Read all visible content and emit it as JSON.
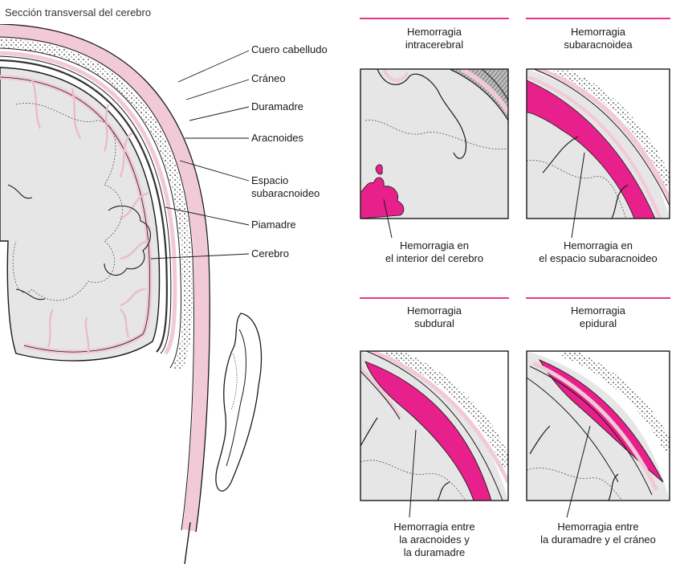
{
  "title": "Sección transversal del cerebro",
  "colors": {
    "hemorrhage": "#e8208c",
    "accent_rule": "#e8368a",
    "membrane_pink": "#f2c9d6",
    "dark": "#1a1a1a",
    "fill_grey": "#e6e6e6"
  },
  "layers": [
    {
      "id": "scalp",
      "label": "Cuero cabelludo"
    },
    {
      "id": "skull",
      "label": "Cráneo"
    },
    {
      "id": "dura",
      "label": "Duramadre"
    },
    {
      "id": "arachnoid",
      "label": "Aracnoides"
    },
    {
      "id": "subarachnoid",
      "label_line1": "Espacio",
      "label_line2": "subaracnoideo"
    },
    {
      "id": "pia",
      "label": "Piamadre"
    },
    {
      "id": "brain",
      "label": "Cerebro"
    }
  ],
  "panels": [
    {
      "id": "intracerebral",
      "title_line1": "Hemorragia",
      "title_line2": "intracerebral",
      "caption_line1": "Hemorragia en",
      "caption_line2": "el interior del cerebro",
      "caption_line3": ""
    },
    {
      "id": "subarachnoid",
      "title_line1": "Hemorragia",
      "title_line2": "subaracnoidea",
      "caption_line1": "Hemorragia en",
      "caption_line2": "el espacio subaracnoideo",
      "caption_line3": ""
    },
    {
      "id": "subdural",
      "title_line1": "Hemorragia",
      "title_line2": "subdural",
      "caption_line1": "Hemorragia entre",
      "caption_line2": "la aracnoides y",
      "caption_line3": "la duramadre"
    },
    {
      "id": "epidural",
      "title_line1": "Hemorragia",
      "title_line2": "epidural",
      "caption_line1": "Hemorragia entre",
      "caption_line2": "la duramadre y el cráneo",
      "caption_line3": ""
    }
  ]
}
